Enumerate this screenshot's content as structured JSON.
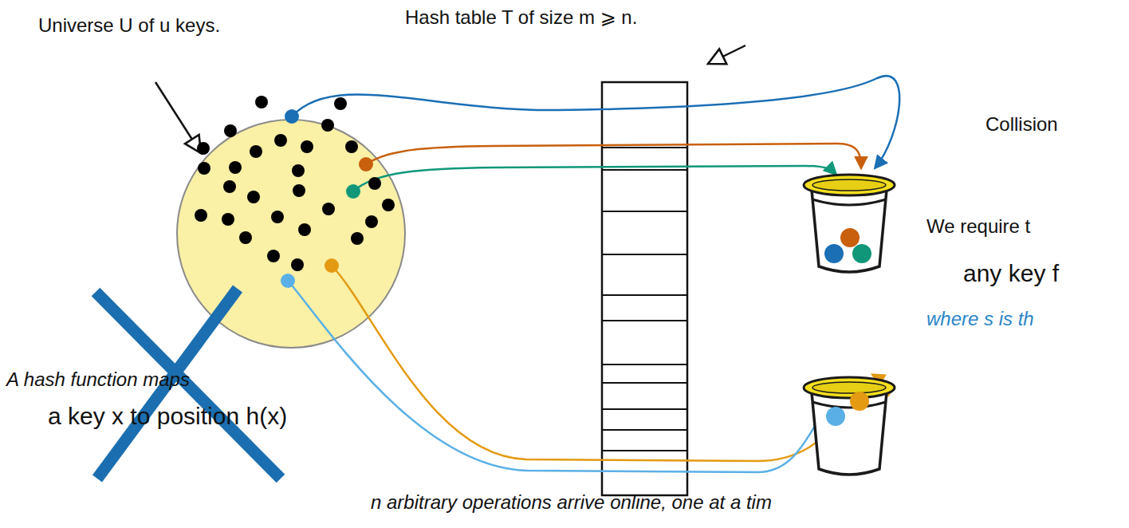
{
  "diagram": {
    "labels": [
      "Universe U of u keys.",
      "Hash table T of size m ⩾ n.",
      "Collision",
      "We require t",
      "any key f",
      "where s is th",
      "A hash function maps",
      "a key x to position h(x)",
      "n arbitrary operations arrive online, one at a tim"
    ]
  }
}
